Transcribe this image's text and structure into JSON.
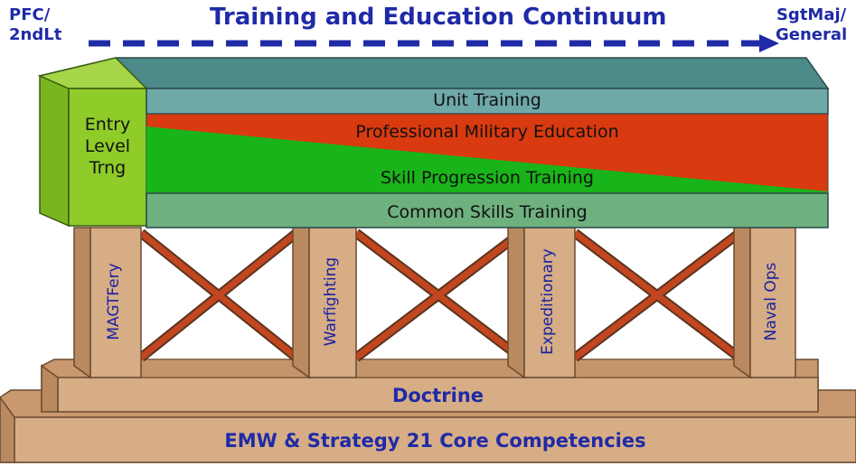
{
  "title": "Training and Education Continuum",
  "start_rank": "PFC/\n2ndLt",
  "end_rank": "SgtMaj/\nGeneral",
  "entry_block": "Entry\nLevel\nTrng",
  "bands": {
    "unit": "Unit Training",
    "pme": "Professional Military Education",
    "skill": "Skill Progression Training",
    "common": "Common Skills Training"
  },
  "pillars": [
    "MAGTFery",
    "Warfighting",
    "Expeditionary",
    "Naval Ops"
  ],
  "foundation": {
    "doctrine": "Doctrine",
    "base": "EMW & Strategy 21 Core Competencies"
  },
  "colors": {
    "title_blue": "#1f2aa6",
    "unit_teal": "#6fa8a8",
    "top_slab": "#4d8a8a",
    "pme_red": "#d93a10",
    "skill_green": "#19b419",
    "common_green": "#6fb07f",
    "entry_green": "#8fcc2a",
    "wood": "#d7ad86",
    "brace_red": "#c2461f"
  }
}
